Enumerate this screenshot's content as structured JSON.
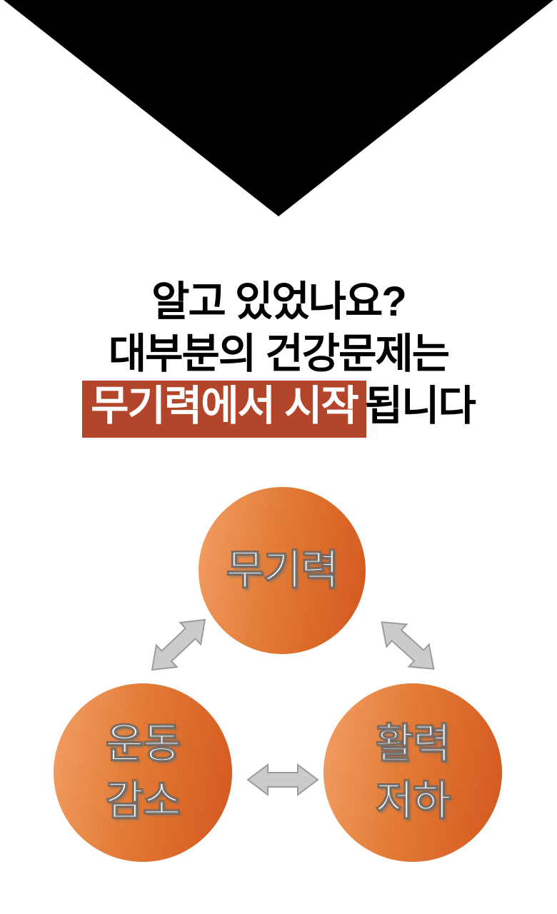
{
  "palette": {
    "background": "#ffffff",
    "triangle_black": "#000000",
    "headline_text": "#000000",
    "highlight_red": "#b3452b",
    "highlight_text": "#ffffff",
    "circle_gradient_light": "#f2a067",
    "circle_gradient_dark": "#d4571e",
    "circle_text": "#ffffff",
    "arrow_fill": "#cccbca",
    "arrow_stroke": "#9b9b9b"
  },
  "icons": {
    "top_shape": "down-triangle-icon",
    "connector": "double-headed-arrow-icon"
  },
  "headline": {
    "line1": "알고 있었나요?",
    "line2": "대부분의 건강문제는",
    "line3_highlight": "무기력에서 시작",
    "line3_rest": "됩니다"
  },
  "cycle": {
    "top_label": "무기력",
    "bottom_left_label": "운동\n감소",
    "bottom_right_label": "활력\n저하"
  }
}
